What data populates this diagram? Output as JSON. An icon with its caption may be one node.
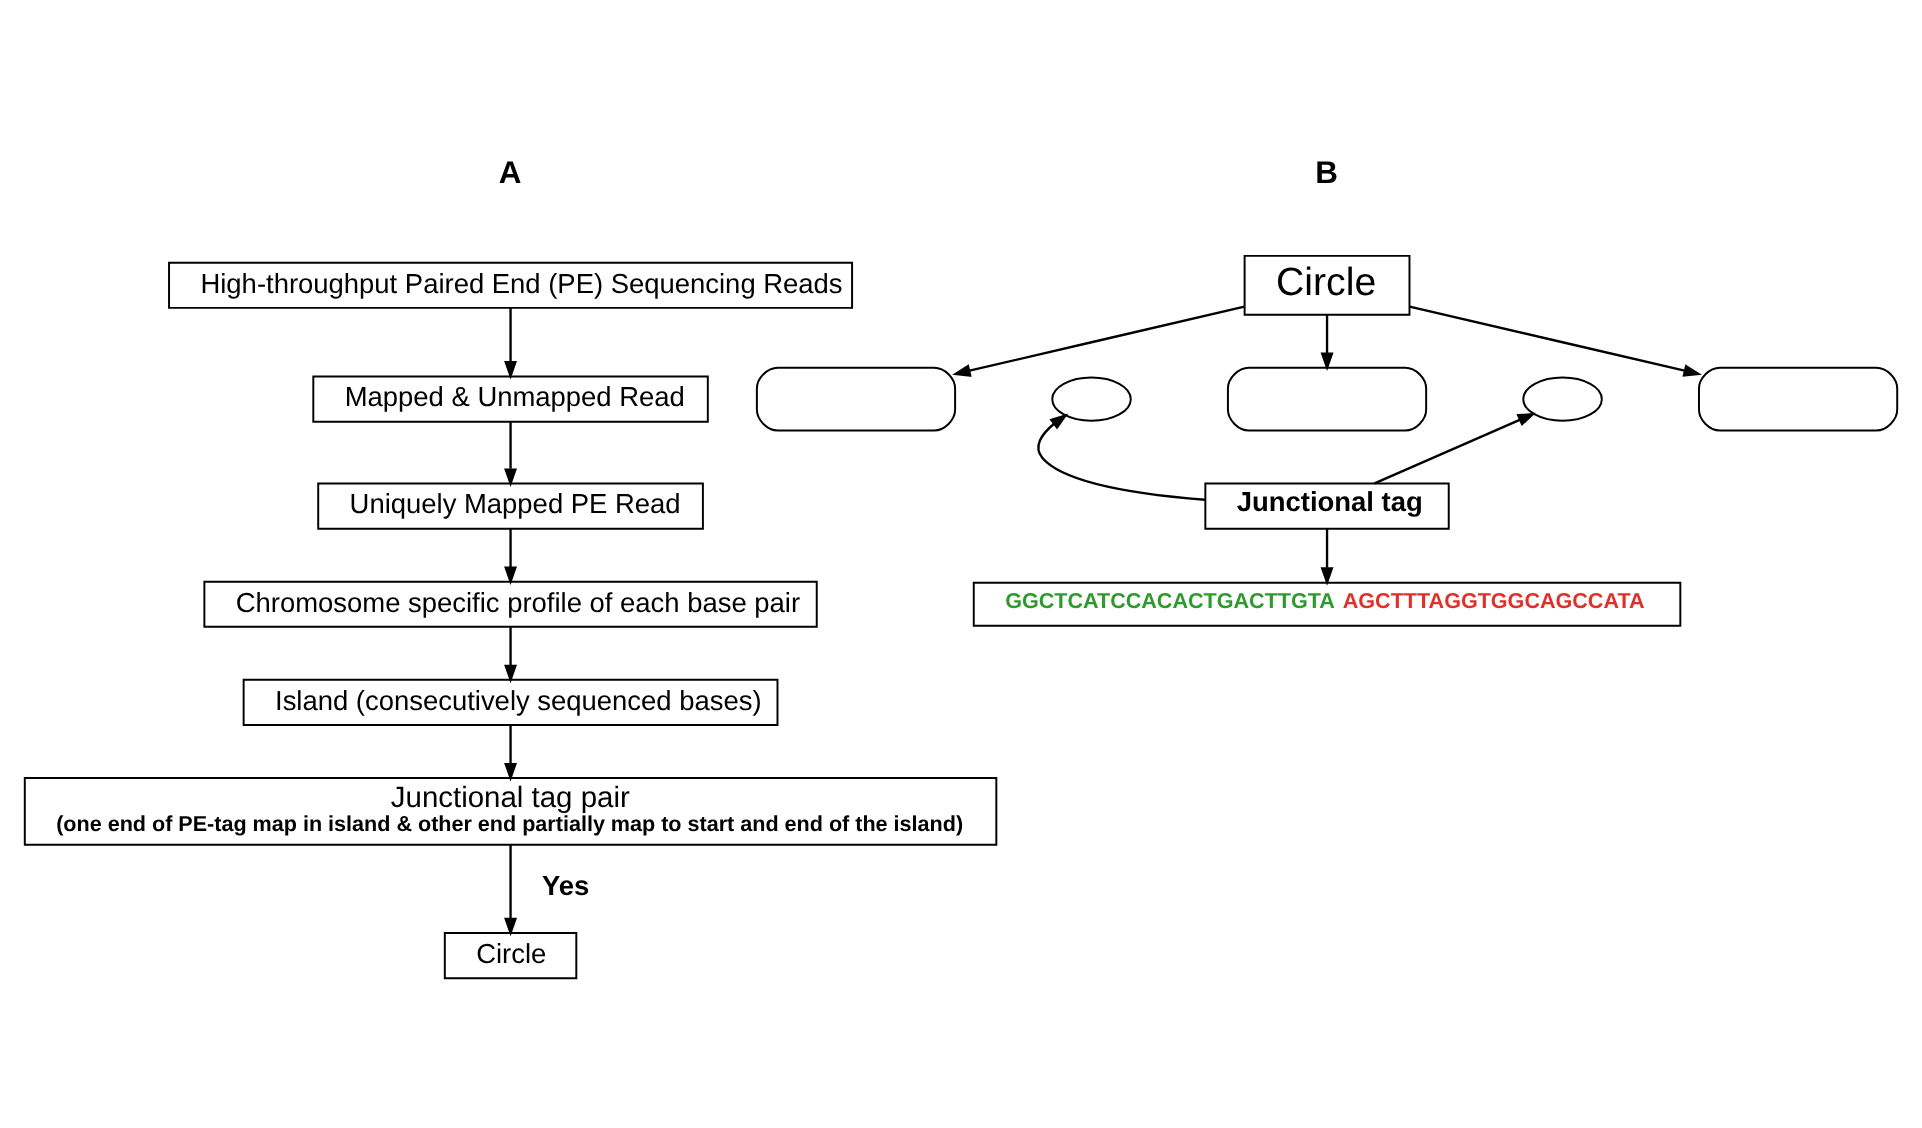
{
  "diagram": {
    "nodes": [
      {
        "text": [
          "High-throughput Paired End (PE) Sequencing Reads"
        ]
      },
      {
        "text": [
          "Mapped & Unmapped Read"
        ]
      },
      {
        "text": [
          "Uniquely Mapped PE Read"
        ]
      },
      {
        "text": [
          "Chromosome specific profile of each base pair"
        ]
      },
      {
        "text": [
          "Island (consecutively sequenced bases)"
        ]
      },
      {
        "text": [
          "Junctional tag pair",
          "(one end of PE-tag map in island & other end partially map to start and end of the island)"
        ]
      },
      {
        "text": [
          "Circle"
        ]
      },
      {
        "text": [
          "Circle"
        ]
      },
      {
        "text": [],
        "shape": "box"
      },
      {
        "text": [],
        "shape": "box"
      },
      {
        "text": [],
        "shape": "box"
      },
      {
        "text": [],
        "shape": "ellipse"
      },
      {
        "text": [],
        "shape": "ellipse"
      },
      {
        "text": [
          "Junctional tag"
        ]
      },
      {
        "text": [
          "GGCTCATCCACACTGACTTGTA",
          "AGCTTTAGGTGGCAGCCATA"
        ]
      }
    ],
    "edges": [
      {
        "from": 0,
        "to": 1,
        "arrow": "to"
      },
      {
        "from": 1,
        "to": 2,
        "arrow": "to"
      },
      {
        "from": 2,
        "to": 3,
        "arrow": "to"
      },
      {
        "from": 3,
        "to": 4,
        "arrow": "to"
      },
      {
        "from": 4,
        "to": 5,
        "arrow": "to"
      },
      {
        "from": 5,
        "to": 6,
        "label": "Yes",
        "arrow": "to"
      },
      {
        "from": 7,
        "to": 8,
        "arrow": "to"
      },
      {
        "from": 7,
        "to": 9,
        "arrow": "to"
      },
      {
        "from": 7,
        "to": 10,
        "arrow": "to"
      },
      {
        "from": 13,
        "to": 11,
        "arrow": "to"
      },
      {
        "from": 13,
        "to": 12,
        "arrow": "to"
      },
      {
        "from": 13,
        "to": 14,
        "arrow": "to"
      }
    ],
    "labels": [
      "A",
      "B"
    ]
  }
}
